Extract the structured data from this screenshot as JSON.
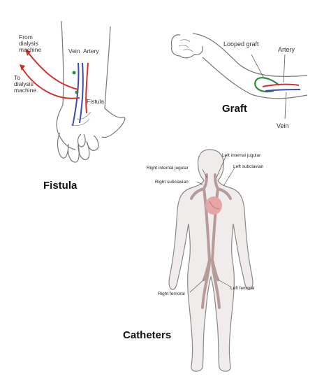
{
  "colors": {
    "artery": "#d0312d",
    "vein": "#3b4bb5",
    "graft": "#2e8b3a",
    "outline": "#777777",
    "body_fill": "#f1ecec",
    "vessel_fill": "#b79a9a",
    "heart": "#e7a6a6"
  },
  "fistula": {
    "title": "Fistula",
    "from_dialysis": [
      "From",
      "dialysis",
      "machine"
    ],
    "to_dialysis": [
      "To",
      "dialysis",
      "machine"
    ],
    "vein_label": "Vein",
    "artery_label": "Artery",
    "fistula_label": "Fistula"
  },
  "graft": {
    "title": "Graft",
    "looped_graft_label": "Looped graft",
    "artery_label": "Artery",
    "vein_label": "Vein"
  },
  "catheters": {
    "title": "Catheters",
    "labels": {
      "left_internal_jugular": "Left internal jugular",
      "right_internal_jugular": "Right internal jugular",
      "left_subclavian": "Left subclavian",
      "right_subclavian": "Right subclavian",
      "right_femoral": "Right femoral",
      "left_femoral": "Left femoral"
    }
  }
}
